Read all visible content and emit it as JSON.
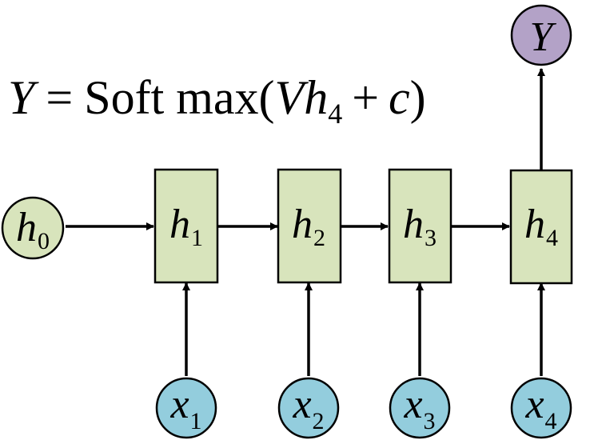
{
  "formula": {
    "lhs": "Y",
    "equals": "=",
    "func": "Soft max(",
    "v": "V",
    "h": "h",
    "sub": "4",
    "plus": "+",
    "c": "c",
    "close": ")"
  },
  "colors": {
    "hidden": "#d8e4bc",
    "input": "#93cddd",
    "output": "#b3a2c7",
    "stroke": "#000000"
  },
  "nodes": {
    "h0": {
      "main": "h",
      "sub": "0"
    },
    "h1": {
      "main": "h",
      "sub": "1"
    },
    "h2": {
      "main": "h",
      "sub": "2"
    },
    "h3": {
      "main": "h",
      "sub": "3"
    },
    "h4": {
      "main": "h",
      "sub": "4"
    },
    "x1": {
      "main": "x",
      "sub": "1"
    },
    "x2": {
      "main": "x",
      "sub": "2"
    },
    "x3": {
      "main": "x",
      "sub": "3"
    },
    "x4": {
      "main": "x",
      "sub": "4"
    },
    "y": {
      "main": "Y"
    }
  }
}
